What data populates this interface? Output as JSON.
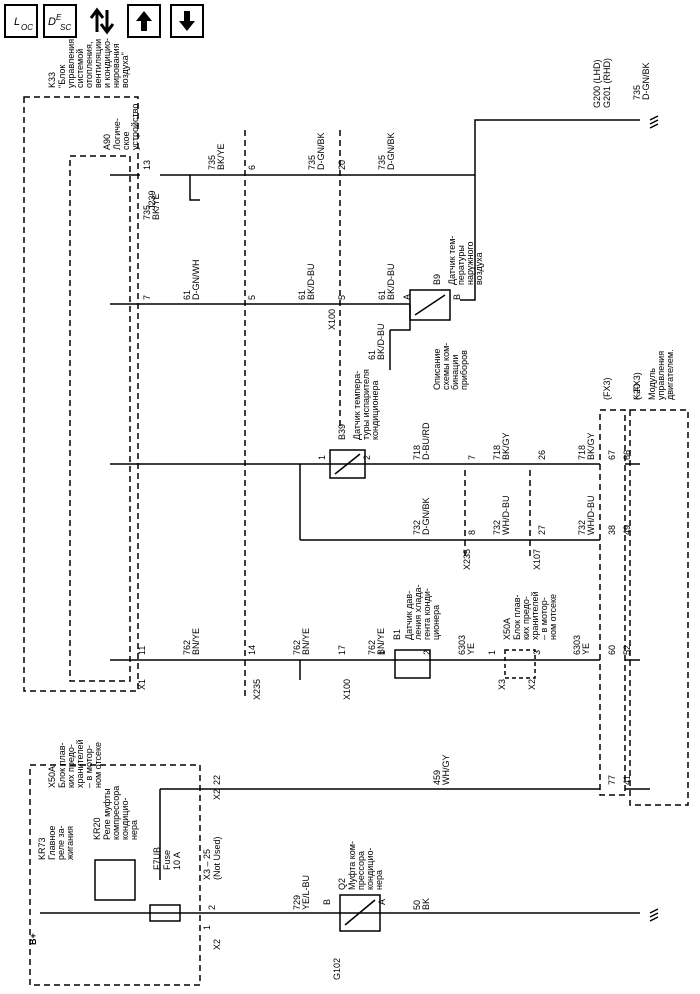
{
  "toolbar": {
    "loc_main": "L",
    "loc_sub": "OC",
    "desc_main": "D",
    "desc_sub1": "E",
    "desc_sub2": "SC",
    "updown_icon": "updown-arrows-icon",
    "up_icon": "arrow-up-icon",
    "down_icon": "arrow-down-icon"
  },
  "labels": {
    "k33_id": "K33",
    "k33_name": [
      "\"Блок",
      "управления",
      "системой",
      "отопления,",
      "вентиляции",
      "и кондицио-",
      "нирования",
      "воздуха\""
    ],
    "a90_id": "A90",
    "a90_name": [
      "Логиче-",
      "ское",
      "устройство"
    ],
    "j239": "J239",
    "w735_top": [
      "735",
      "D-GN/BK"
    ],
    "g200": "G200 (LHD)",
    "g201": "G201 (RHD)",
    "p13": "13",
    "p6": "6",
    "p20": "20",
    "w735_bk": [
      "735",
      "BK/YE"
    ],
    "w735_bk2": [
      "735",
      "BK/YE"
    ],
    "w735_dgn": [
      "735",
      "D-GN/BK"
    ],
    "w735_dgn2": [
      "735",
      "D-GN/BK"
    ],
    "w61a": [
      "61",
      "D-GN/WH"
    ],
    "w61b": [
      "61",
      "BK/D-BU"
    ],
    "w61c": [
      "61",
      "BK/D-BU"
    ],
    "w61d": [
      "61",
      "BK/D-BU"
    ],
    "p7": "7",
    "p5a": "5",
    "p5b": "5",
    "b9_id": "B9",
    "b9_name": [
      "Датчик тем-",
      "пературы",
      "наружного",
      "воздуха"
    ],
    "pin_a1": "A",
    "pin_b1": "B",
    "x100a": "X100",
    "ref_opis": [
      "Описание",
      "схемы ком-",
      "бинации",
      "приборов"
    ],
    "b39_id": "B39",
    "b39_name": [
      "Датчик темпера-",
      "туры испарителя",
      "кондиционера"
    ],
    "p1a": "1",
    "p2a": "2",
    "w718a": [
      "718",
      "D-BU/RD"
    ],
    "w718b": [
      "718",
      "BK/GY"
    ],
    "w718c": [
      "718",
      "BK/GY"
    ],
    "p7b": "7",
    "p26": "26",
    "fx3": "(FX3)",
    "nfx3": "(~FX3)",
    "p67": "67",
    "p66": "66",
    "k20_id": "K20",
    "k20_name": [
      "Модуль",
      "управления",
      "двигателем."
    ],
    "w732a": [
      "732",
      "D-GN/BK"
    ],
    "w732b": [
      "732",
      "WH/D-BU"
    ],
    "w732c": [
      "732",
      "WH/D-BU"
    ],
    "p8": "8",
    "p27": "27",
    "p38": "38",
    "p49": "49",
    "x235a": "X235",
    "x107": "X107",
    "b1_id": "B1",
    "b1_name": [
      "Датчик дав-",
      "ления хлада-",
      "гента конди-",
      "ционера"
    ],
    "x50a_id": "X50A",
    "x50a_name": [
      "Блок плав-",
      "ких предо-",
      "хранителей",
      "– в мотор-",
      "ном отсеке"
    ],
    "x50a2_id": "X50A",
    "x50a2_name": [
      "Блок плав-",
      "ких предо-",
      "хранителей",
      "– в мотор-",
      "ном отсеке"
    ],
    "x1": "X1",
    "p11": "11",
    "p14": "14",
    "p17": "17",
    "w762a": [
      "762",
      "BN/YE"
    ],
    "w762b": [
      "762",
      "BN/YE"
    ],
    "w762c": [
      "762",
      "BN/YE"
    ],
    "x235b": "X235",
    "x100b": "X100",
    "p1b": "1",
    "p2b": "2",
    "w6303a": [
      "6303",
      "YE"
    ],
    "w6303b": [
      "6303",
      "YE"
    ],
    "x3a": "X3",
    "x2a": "X2",
    "p1c": "1",
    "p3": "3",
    "p60": "60",
    "p52": "52",
    "p77": "77",
    "p41": "41",
    "w459": [
      "459",
      "WH/GY"
    ],
    "x2b": "X2",
    "p22": "22",
    "kr73_id": "KR73",
    "kr73_name": [
      "Главное",
      "реле за-",
      "жигания"
    ],
    "kr20_id": "KR20",
    "kr20_name": [
      "Реле муфты",
      "компрессора",
      "кондицио-",
      "нера"
    ],
    "f7ub_id": "F7UB",
    "f7ub_name": "Fuse",
    "f7ub_rating": "10 A",
    "x3_25": "X3 – 25",
    "not_used": "(Not Used)",
    "batt": "B+",
    "w729": [
      "729",
      "YE/L-BU"
    ],
    "x2c": "X2",
    "p1d": "1",
    "p2c": "2",
    "q2_id": "Q2",
    "q2_name": [
      "Муфта ком-",
      "прессора",
      "кондицио-",
      "нера"
    ],
    "pin_b2": "B",
    "pin_a2": "A",
    "w50": [
      "50",
      "BK"
    ],
    "g102": "G102"
  }
}
